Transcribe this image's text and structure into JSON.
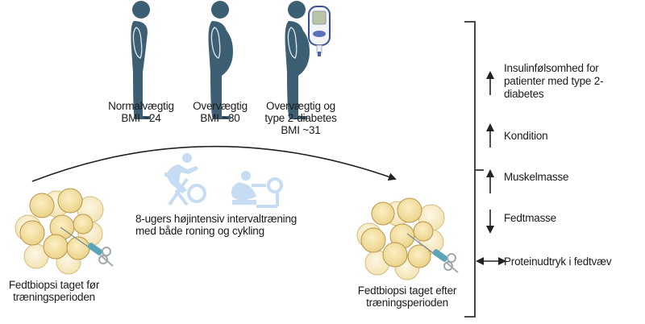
{
  "groups": [
    {
      "line1": "Normalvægtig",
      "line2": "BMI ~24"
    },
    {
      "line1": "Overvægtig",
      "line2": "BMI ~30"
    },
    {
      "line1": "Overvægtig og",
      "line2": "type 2-diabetes",
      "line3": "BMI ~31"
    }
  ],
  "intervention": {
    "line1": "8-ugers højintensiv intervaltræning",
    "line2": "med både roning og cykling"
  },
  "biopsy_before": {
    "line1": "Fedtbiopsi taget før",
    "line2": "træningsperioden"
  },
  "biopsy_after": {
    "line1": "Fedtbiopsi taget efter",
    "line2": "træningsperioden"
  },
  "outcomes": [
    {
      "direction": "up",
      "line1": "Insulinfølsomhed for",
      "line2": "patienter med type 2-",
      "line3": "diabetes"
    },
    {
      "direction": "up",
      "line1": "Kondition"
    },
    {
      "direction": "up",
      "line1": "Muskelmasse"
    },
    {
      "direction": "down",
      "line1": "Fedtmasse"
    },
    {
      "direction": "both",
      "line1": "Proteinudtryk i fedtvæv"
    }
  ],
  "colors": {
    "person": "#3d5f73",
    "exercise": "#c5dcf2",
    "fat_cell": "#f3dfa2",
    "fat_cell_light": "#f8ecc6",
    "fat_cell_edge": "#c9a85a",
    "syringe": "#5aa6b8",
    "line": "#222222"
  }
}
